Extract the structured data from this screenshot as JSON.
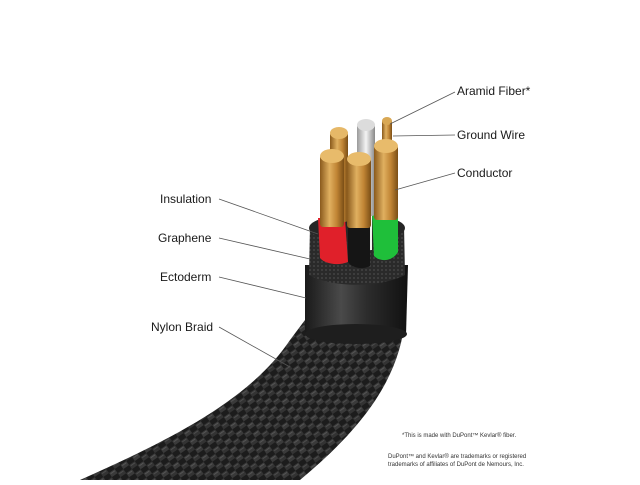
{
  "labels": {
    "aramid_fiber": "Aramid Fiber*",
    "ground_wire": "Ground Wire",
    "conductor": "Conductor",
    "insulation": "Insulation",
    "graphene": "Graphene",
    "ectoderm": "Ectoderm",
    "nylon_braid": "Nylon Braid"
  },
  "footnotes": {
    "kevlar_note": "*This is made with DuPont™ Kevlar® fiber.",
    "trademark_line1": "DuPont™ and Kevlar® are trademarks or registered",
    "trademark_line2": "trademarks of affiliates of DuPont de Nemours, Inc."
  },
  "colors": {
    "insulation_red": "#e0202a",
    "insulation_green": "#1fbf3a",
    "insulation_black": "#151515",
    "insulation_white": "#f2f2f2",
    "copper": "#c8923a",
    "braid": "#2a2a2a"
  }
}
